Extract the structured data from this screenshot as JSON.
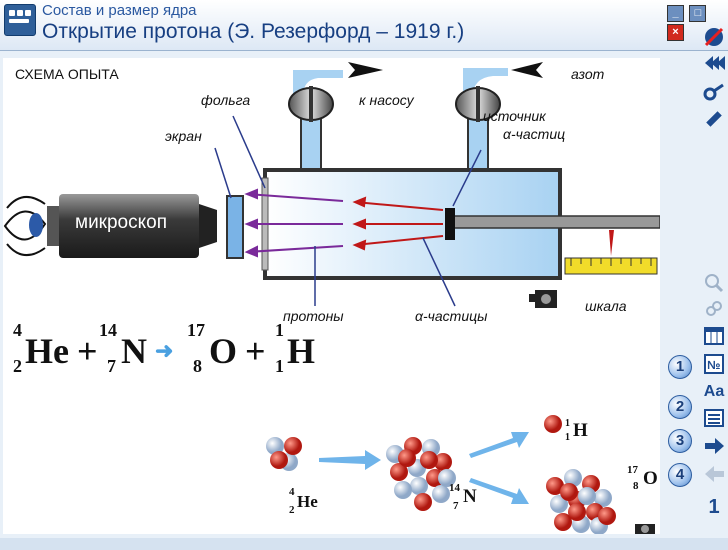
{
  "header": {
    "subtitle": "Состав и размер ядра",
    "title": "Открытие протона (Э. Резерфорд – 1919 г.)"
  },
  "window_buttons": [
    "_",
    "□",
    "×"
  ],
  "scheme": {
    "title": "СХЕМА ОПЫТА",
    "labels": {
      "foil": "фольга",
      "to_pump": "к насосу",
      "nitrogen": "азот",
      "screen": "экран",
      "source_line1": "источник",
      "source_line2": "α-частиц",
      "microscope": "микроскоп",
      "protons": "протоны",
      "alpha": "α-частицы",
      "scale": "шкала"
    }
  },
  "equation": {
    "he": {
      "symbol": "He",
      "mass": "4",
      "charge": "2"
    },
    "n": {
      "symbol": "N",
      "mass": "14",
      "charge": "7"
    },
    "o": {
      "symbol": "O",
      "mass": "17",
      "charge": "8"
    },
    "h": {
      "symbol": "H",
      "mass": "1",
      "charge": "1"
    },
    "plus": "+",
    "arrow": "➜"
  },
  "illustration": {
    "he": {
      "symbol": "He",
      "mass": "4",
      "charge": "2"
    },
    "n": {
      "symbol": "N",
      "mass": "14",
      "charge": "7"
    },
    "h": {
      "symbol": "H",
      "mass": "1",
      "charge": "1"
    },
    "o": {
      "symbol": "O",
      "mass": "17",
      "charge": "8"
    }
  },
  "sidebar": {
    "step_buttons": [
      "1",
      "2",
      "3",
      "4"
    ],
    "font_label": "Aa",
    "page_number": "1"
  },
  "colors": {
    "accent": "#2a58a0",
    "proton_red": "#cc2a22",
    "beam_red": "#c01818",
    "beam_purple": "#7a2a9a"
  }
}
